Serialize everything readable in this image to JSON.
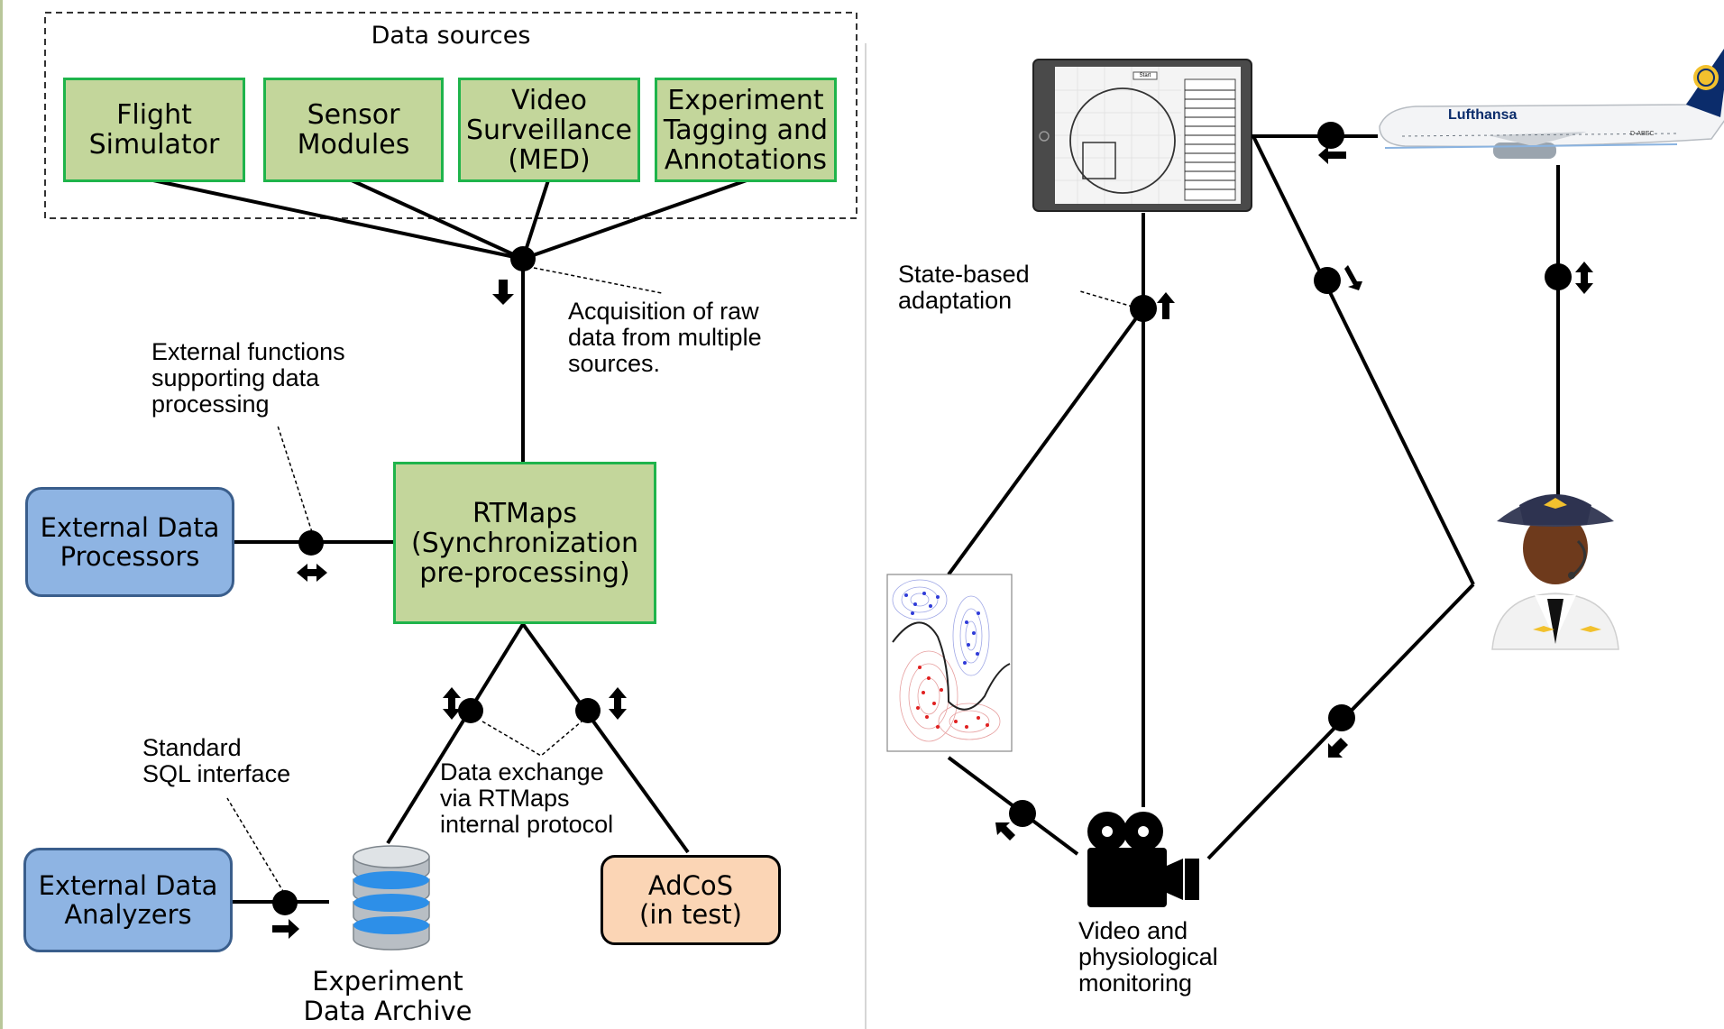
{
  "data_sources_label": "Data sources",
  "sources": [
    {
      "label": "Flight\nSimulator"
    },
    {
      "label": "Sensor\nModules"
    },
    {
      "label": "Video\nSurveillance\n(MED)"
    },
    {
      "label": "Experiment\nTagging and\nAnnotations"
    }
  ],
  "rtmaps_label": "RTMaps\n(Synchronization\npre-processing)",
  "external_processors_label": "External Data\nProcessors",
  "external_analyzers_label": "External Data\nAnalyzers",
  "adcos_label": "AdCoS\n(in test)",
  "archive_label": "Experiment\nData Archive",
  "annotations": {
    "acquisition": "Acquisition of raw\ndata from multiple\nsources.",
    "external_functions": "External  functions\nsupporting data\nprocessing",
    "standard_sql": "Standard\nSQL interface",
    "data_exchange": "Data exchange\nvia RTMaps\ninternal protocol",
    "state_based": "State-based\nadaptation",
    "video_monitoring": "Video and\nphysiological\nmonitoring"
  },
  "tablet_button_label": "Start",
  "airline_name": "Lufthansa",
  "aircraft_registration": "D-ABEC",
  "colors": {
    "source_fill": "#c3d69b",
    "source_border": "#1fb44b",
    "processor_fill": "#8eb4e3",
    "processor_border": "#3a5e8c",
    "adcos_fill": "#fbd5b5",
    "aircraft_tail": "#0b2c6b",
    "aircraft_engine": "#9aa4ae"
  },
  "icons": [
    "database-icon",
    "tablet-icon",
    "airplane-icon",
    "pilot-icon",
    "video-camera-icon",
    "classifier-plot-icon"
  ]
}
